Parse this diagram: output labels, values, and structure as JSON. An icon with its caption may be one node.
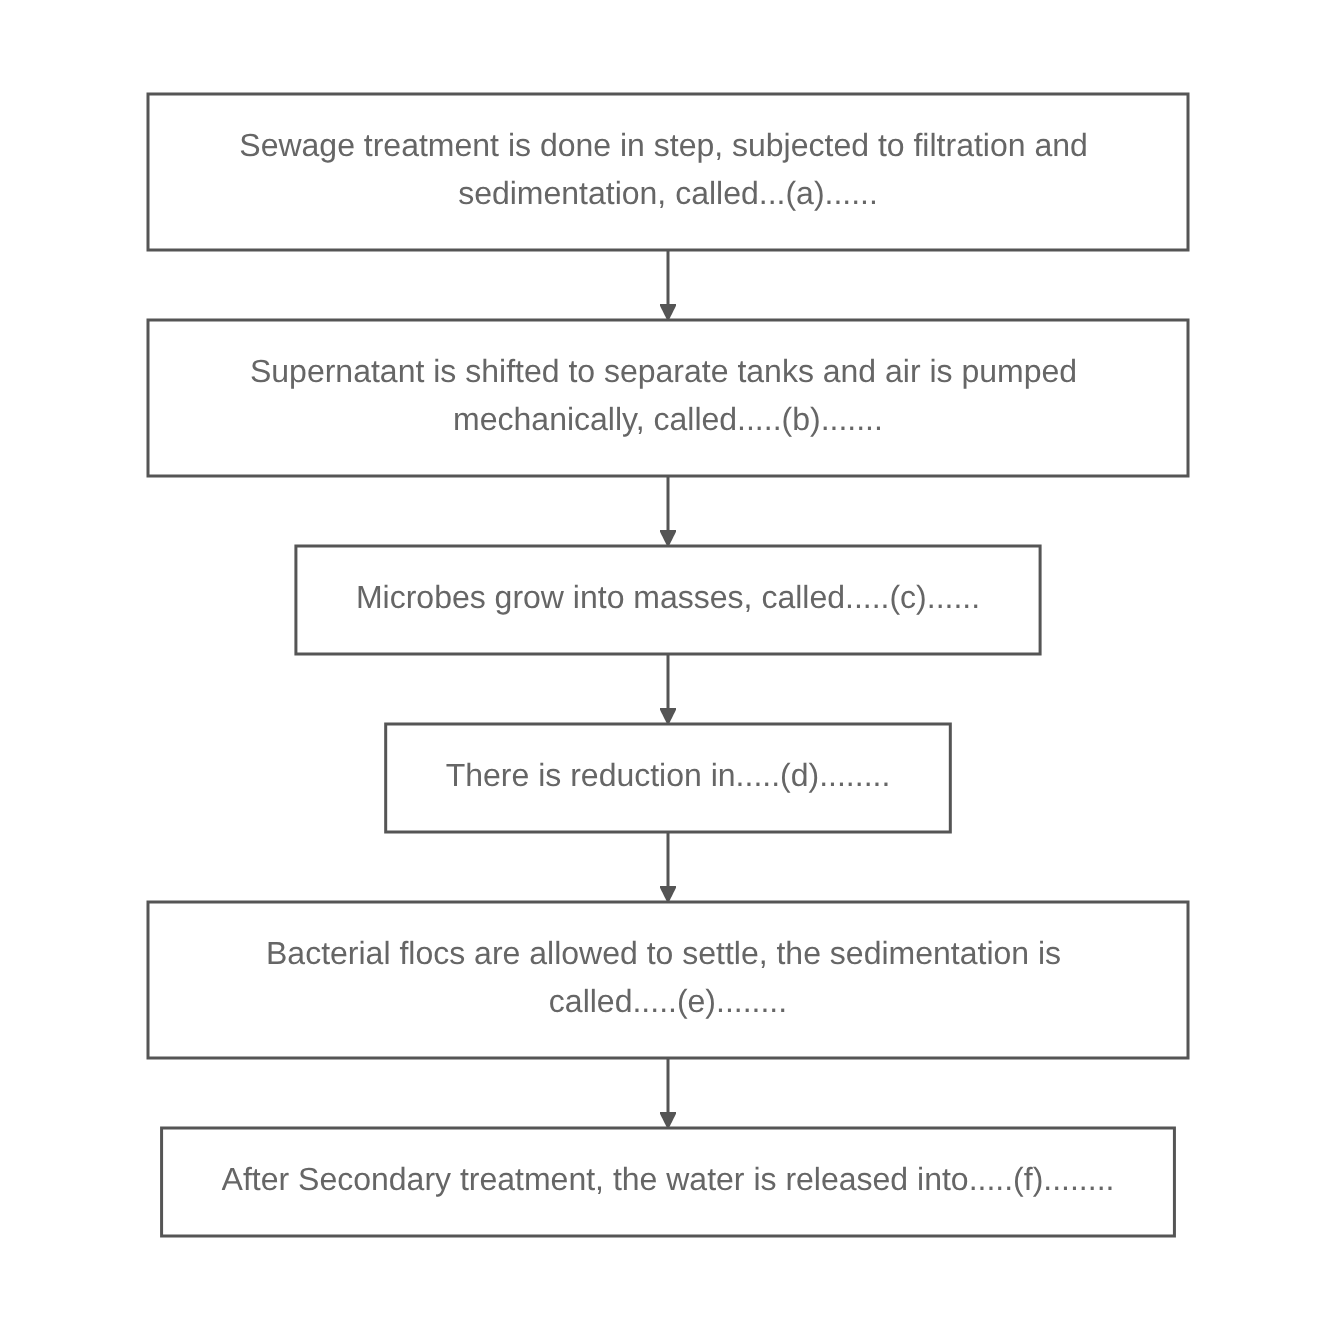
{
  "diagram": {
    "nodes": [
      {
        "text": [
          "Sewage treatment is done in step, subjected to filtration and sedimentation, called...(a)......"
        ]
      },
      {
        "text": [
          "Supernatant is shifted to separate tanks and air is pumped mechanically, called.....(b)......."
        ]
      },
      {
        "text": [
          "Microbes grow into masses, called.....(c)......"
        ]
      },
      {
        "text": [
          "There is reduction in.....(d)........"
        ]
      },
      {
        "text": [
          "Bacterial flocs are allowed to settle, the sedimentation is called.....(e)........"
        ]
      },
      {
        "text": [
          "After Secondary treatment, the water is released into.....(f)........"
        ]
      }
    ],
    "edges": [
      {
        "from": 0,
        "to": 1,
        "arrow": "to"
      },
      {
        "from": 1,
        "to": 2,
        "arrow": "to"
      },
      {
        "from": 2,
        "to": 3,
        "arrow": "to"
      },
      {
        "from": 3,
        "to": 4,
        "arrow": "to"
      },
      {
        "from": 4,
        "to": 5,
        "arrow": "to"
      }
    ]
  }
}
